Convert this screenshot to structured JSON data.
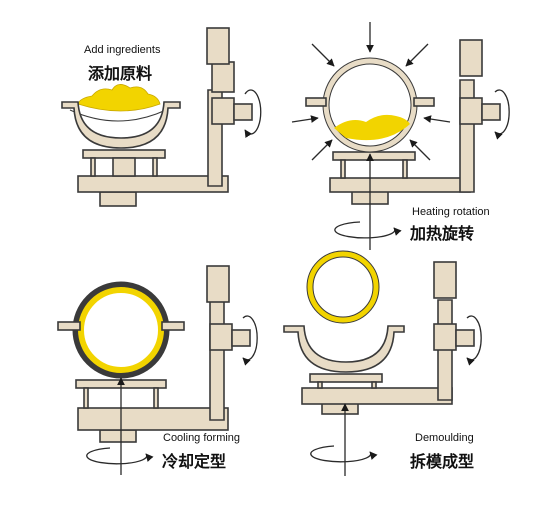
{
  "colors": {
    "part_fill": "#e8dcc6",
    "part_stroke": "#3a3a3a",
    "material": "#f2d400",
    "arrow": "#1a1a1a"
  },
  "steps": [
    {
      "en": "Add ingredients",
      "zh": "添加原料"
    },
    {
      "en": "Heating rotation",
      "zh": "加热旋转"
    },
    {
      "en": "Cooling forming",
      "zh": "冷却定型"
    },
    {
      "en": "Demoulding",
      "zh": "拆模成型"
    }
  ]
}
